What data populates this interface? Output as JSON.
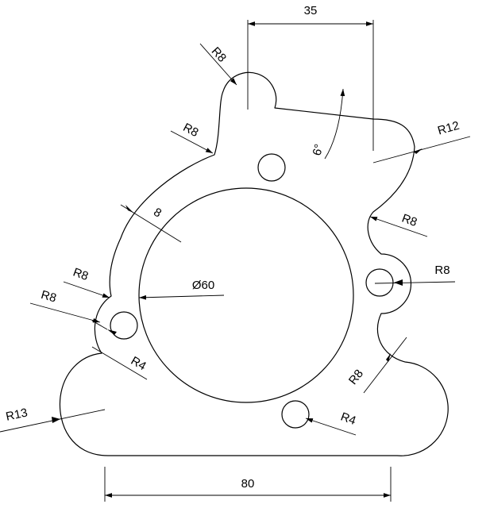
{
  "drawing": {
    "labels": {
      "dim_35": "35",
      "dim_80": "80",
      "angle_6": "6°",
      "thickness_8": "8",
      "dia_60": "Ø60",
      "r8_top": "R8",
      "r8_upper_left": "R8",
      "r8_left_a": "R8",
      "r8_left_b": "R8",
      "r12": "R12",
      "r8_right_upper": "R8",
      "r8_right_mid": "R8",
      "r8_right_lower": "R8",
      "r4_left": "R4",
      "r4_bottom": "R4",
      "r13": "R13"
    }
  }
}
